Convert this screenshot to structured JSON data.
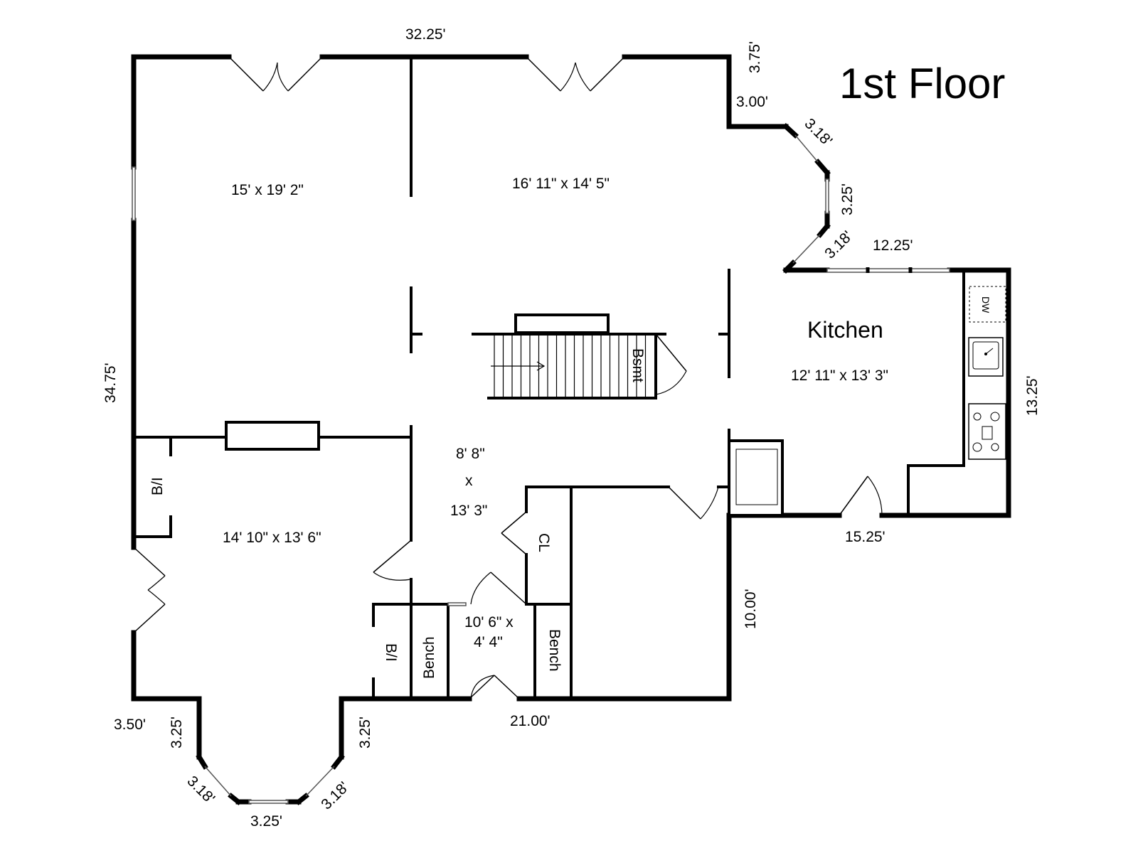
{
  "title": "1st Floor",
  "rooms": {
    "living": "15' x 19' 2\"",
    "family": "16' 11\" x 14' 5\"",
    "kitchen_name": "Kitchen",
    "kitchen_size": "12' 11\" x 13' 3\"",
    "hall_w": "8' 8\"",
    "hall_x": "x",
    "hall_d": "13' 3\"",
    "dining": "14' 10\" x 13' 6\"",
    "foyer_w": "10' 6\" x",
    "foyer_d": "4' 4\""
  },
  "dimensions": {
    "top": "32.25'",
    "right_jog_v": "3.75'",
    "right_jog_h": "3.00'",
    "bay_top_diag": "3.18'",
    "bay_mid": "3.25'",
    "bay_low_diag": "3.18'",
    "kitchen_top": "12.25'",
    "kitchen_right": "13.25'",
    "kitchen_bottom": "15.25'",
    "mid_right_vertical": "10.00'",
    "left": "34.75'",
    "bottom_mid": "21.00'",
    "bottom_left_h": "3.50'",
    "bottom_left_v": "3.25'",
    "bottom_bay_left_diag": "3.18'",
    "bottom_bay_mid": "3.25'",
    "bottom_bay_right_diag": "3.18'",
    "bottom_bay_right_v": "3.25'"
  },
  "labels": {
    "bsmt": "Bsmt",
    "closet": "CL",
    "bi_upper": "B/I",
    "bi_lower": "B/I",
    "bench_left": "Bench",
    "bench_right": "Bench",
    "dishwasher": "DW"
  }
}
